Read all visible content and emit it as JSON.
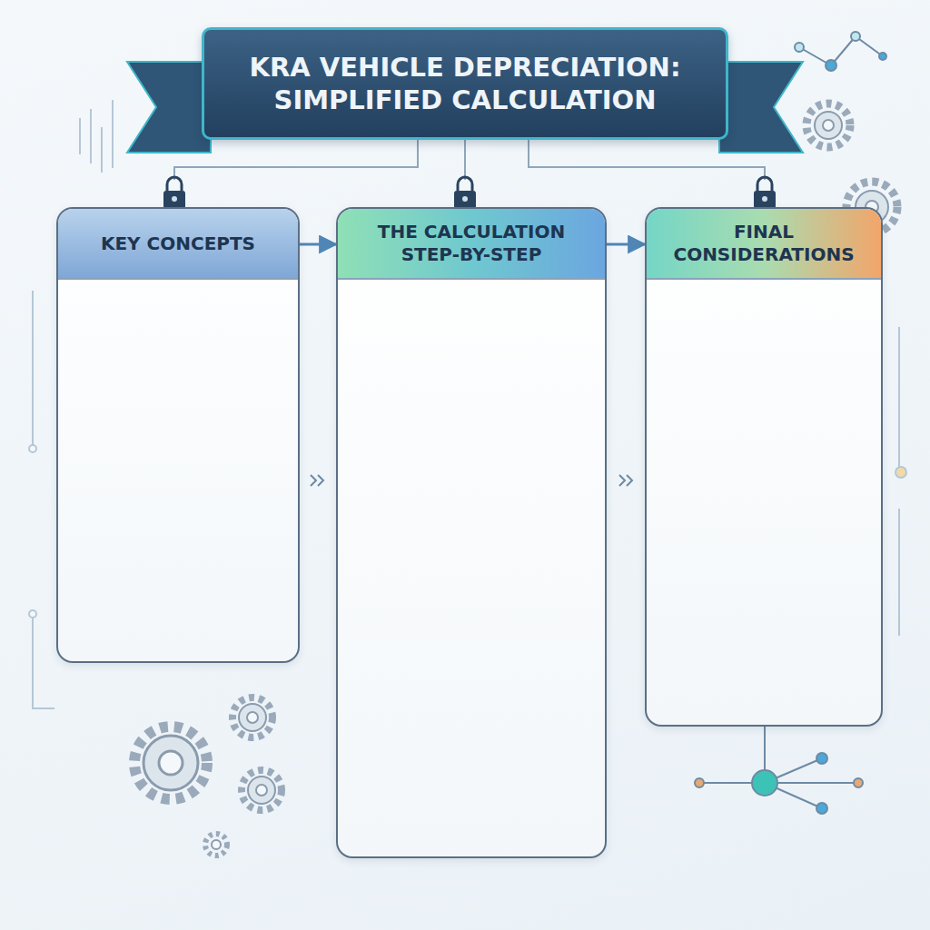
{
  "diagram": {
    "title": "KRA VEHICLE DEPRECIATION: SIMPLIFIED CALCULATION",
    "nodes": [
      {
        "text": [
          "KEY CONCEPTS"
        ]
      },
      {
        "text": [
          "THE CALCULATION STEP-BY-STEP"
        ]
      },
      {
        "text": [
          "FINAL CONSIDERATIONS"
        ]
      }
    ],
    "edges": [
      {
        "from": 0,
        "to": 1,
        "arrow": "to"
      },
      {
        "from": 1,
        "to": 2,
        "arrow": "to"
      }
    ]
  }
}
